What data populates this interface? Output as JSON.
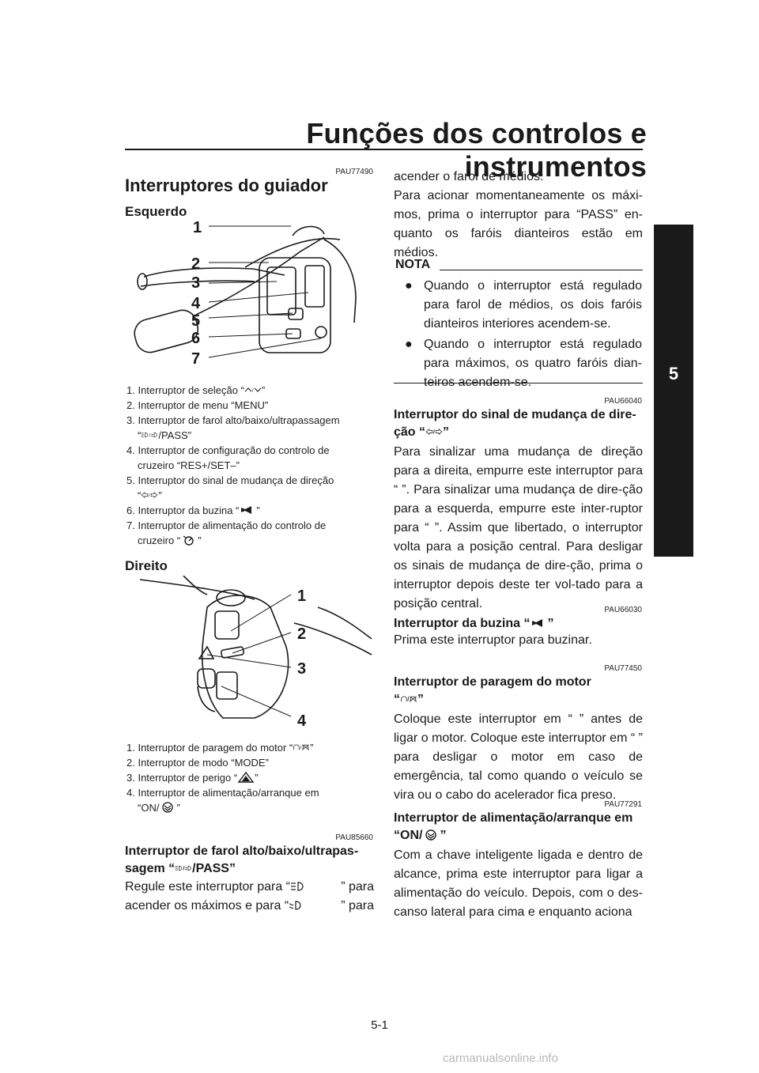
{
  "header": {
    "title": "Funções dos controlos e instrumentos",
    "chapter": "5"
  },
  "page_number": "5-1",
  "watermark": "carmanualsonline.info",
  "left": {
    "code1": "PAU77490",
    "section_title": "Interruptores do guiador",
    "left_sub": "Esquerdo",
    "left_fig_labels": [
      "1",
      "2",
      "3",
      "4",
      "5",
      "6",
      "7"
    ],
    "left_captions": [
      "1. Interruptor de seleção “",
      "2. Interruptor de menu “MENU”",
      "3. Interruptor de farol alto/baixo/ultrapassagem",
      "/PASS”",
      "4. Interruptor de configuração do controlo de",
      "cruzeiro “RES+/SET–”",
      "5. Interruptor do sinal de mudança de direção",
      "6. Interruptor da buzina “",
      "7. Interruptor de alimentação do controlo de",
      "cruzeiro “"
    ],
    "right_sub": "Direito",
    "right_fig_labels": [
      "1",
      "2",
      "3",
      "4"
    ],
    "right_captions": [
      "1. Interruptor de paragem do motor “",
      "2. Interruptor de modo “MODE”",
      "3. Interruptor de perigo “",
      "4. Interruptor de alimentação/arranque em",
      "“ON/"
    ],
    "code2": "PAU85660",
    "h_lights_1": "Interruptor de farol alto/baixo/ultrapas-",
    "h_lights_2": "sagem “",
    "h_lights_2b": "/PASS”",
    "p_lights_1": "Regule este interruptor para “",
    "p_lights_1b": "” para",
    "p_lights_2": "acender os máximos e para “",
    "p_lights_2b": "” para"
  },
  "right": {
    "p1": "acender o farol de médios.",
    "p2": "Para acionar momentaneamente os máxi-mos, prima o interruptor para “PASS” en-quanto os faróis dianteiros estão em médios.",
    "note_title": "NOTA",
    "bullets": [
      "Quando o interruptor está regulado para farol de médios, os dois faróis dianteiros interiores acendem-se.",
      "Quando o interruptor está regulado para máximos, os quatro faróis dian-teiros acendem-se."
    ],
    "code3": "PAU66040",
    "h_turn_1": "Interruptor do sinal de mudança de dire-",
    "h_turn_2": "ção “",
    "p_turn": "Para sinalizar uma mudança de direção para a direita, empurre este interruptor para “ ”. Para sinalizar uma mudança de dire-ção para a esquerda, empurre este inter-ruptor para “ ”. Assim que libertado, o interruptor volta para a posição central. Para desligar os sinais de mudança de dire-ção, prima o interruptor depois deste ter vol-tado para a posição central.",
    "code4": "PAU66030",
    "h_horn": "Interruptor da buzina “",
    "p_horn": "Prima este interruptor para buzinar.",
    "code5": "PAU77450",
    "h_stop_1": "Interruptor de paragem do motor",
    "h_stop_2": "“",
    "p_stop": "Coloque este interruptor em “ ” antes de ligar o motor. Coloque este interruptor em “ ” para desligar o motor em caso de emergência, tal como quando o veículo se vira ou o cabo do acelerador fica preso.",
    "code6": "PAU77291",
    "h_on_1": "Interruptor de alimentação/arranque em",
    "h_on_2": "“ON/",
    "p_on": "Com a chave inteligente ligada e dentro de alcance, prima este interruptor para ligar a alimentação do veículo. Depois, com o des-canso lateral para cima e enquanto aciona"
  }
}
